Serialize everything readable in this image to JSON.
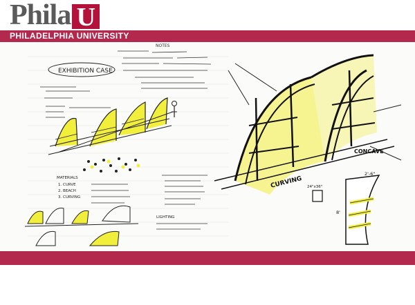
{
  "header": {
    "logo_prefix": "Phil",
    "logo_a": "a",
    "logo_u": "U",
    "university_name": "PHILADELPHIA UNIVERSITY"
  },
  "sketch": {
    "title_label": "EXHIBITION CASE",
    "notes_heading": "NOTES",
    "label_curving": "CURVING",
    "label_concave": "CONCAVE",
    "dim_top": "2'-6\"",
    "dim_side": "8'",
    "dim_small": "24\"x36\"",
    "list_heading": "MATERIALS",
    "list_items": [
      "1. CURVE",
      "2. BEACH",
      "3. CURVING"
    ],
    "lighting_heading": "LIGHTING"
  },
  "colors": {
    "brand_red": "#b3294d",
    "logo_gray": "#5a5a5a",
    "highlight_yellow": "#f2ee3c"
  }
}
